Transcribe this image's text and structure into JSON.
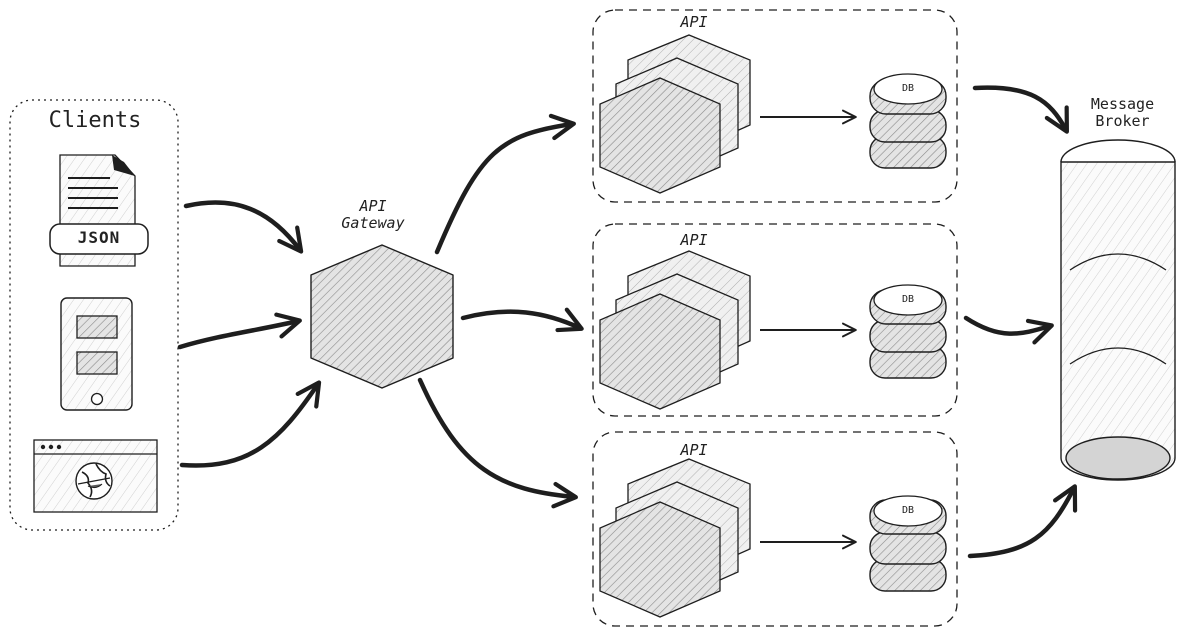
{
  "clients": {
    "title": "Clients",
    "json_label": "JSON",
    "icons": [
      "document-icon",
      "tablet-icon",
      "browser-icon"
    ]
  },
  "gateway": {
    "label": "API\nGateway"
  },
  "services": [
    {
      "title": "API",
      "db_label": "DB"
    },
    {
      "title": "API",
      "db_label": "DB"
    },
    {
      "title": "API",
      "db_label": "DB"
    }
  ],
  "broker": {
    "label": "Message\nBroker"
  },
  "colors": {
    "stroke": "#1e1e1e",
    "fill": "#d9d9d9",
    "hatch": "#8a8a8a"
  }
}
